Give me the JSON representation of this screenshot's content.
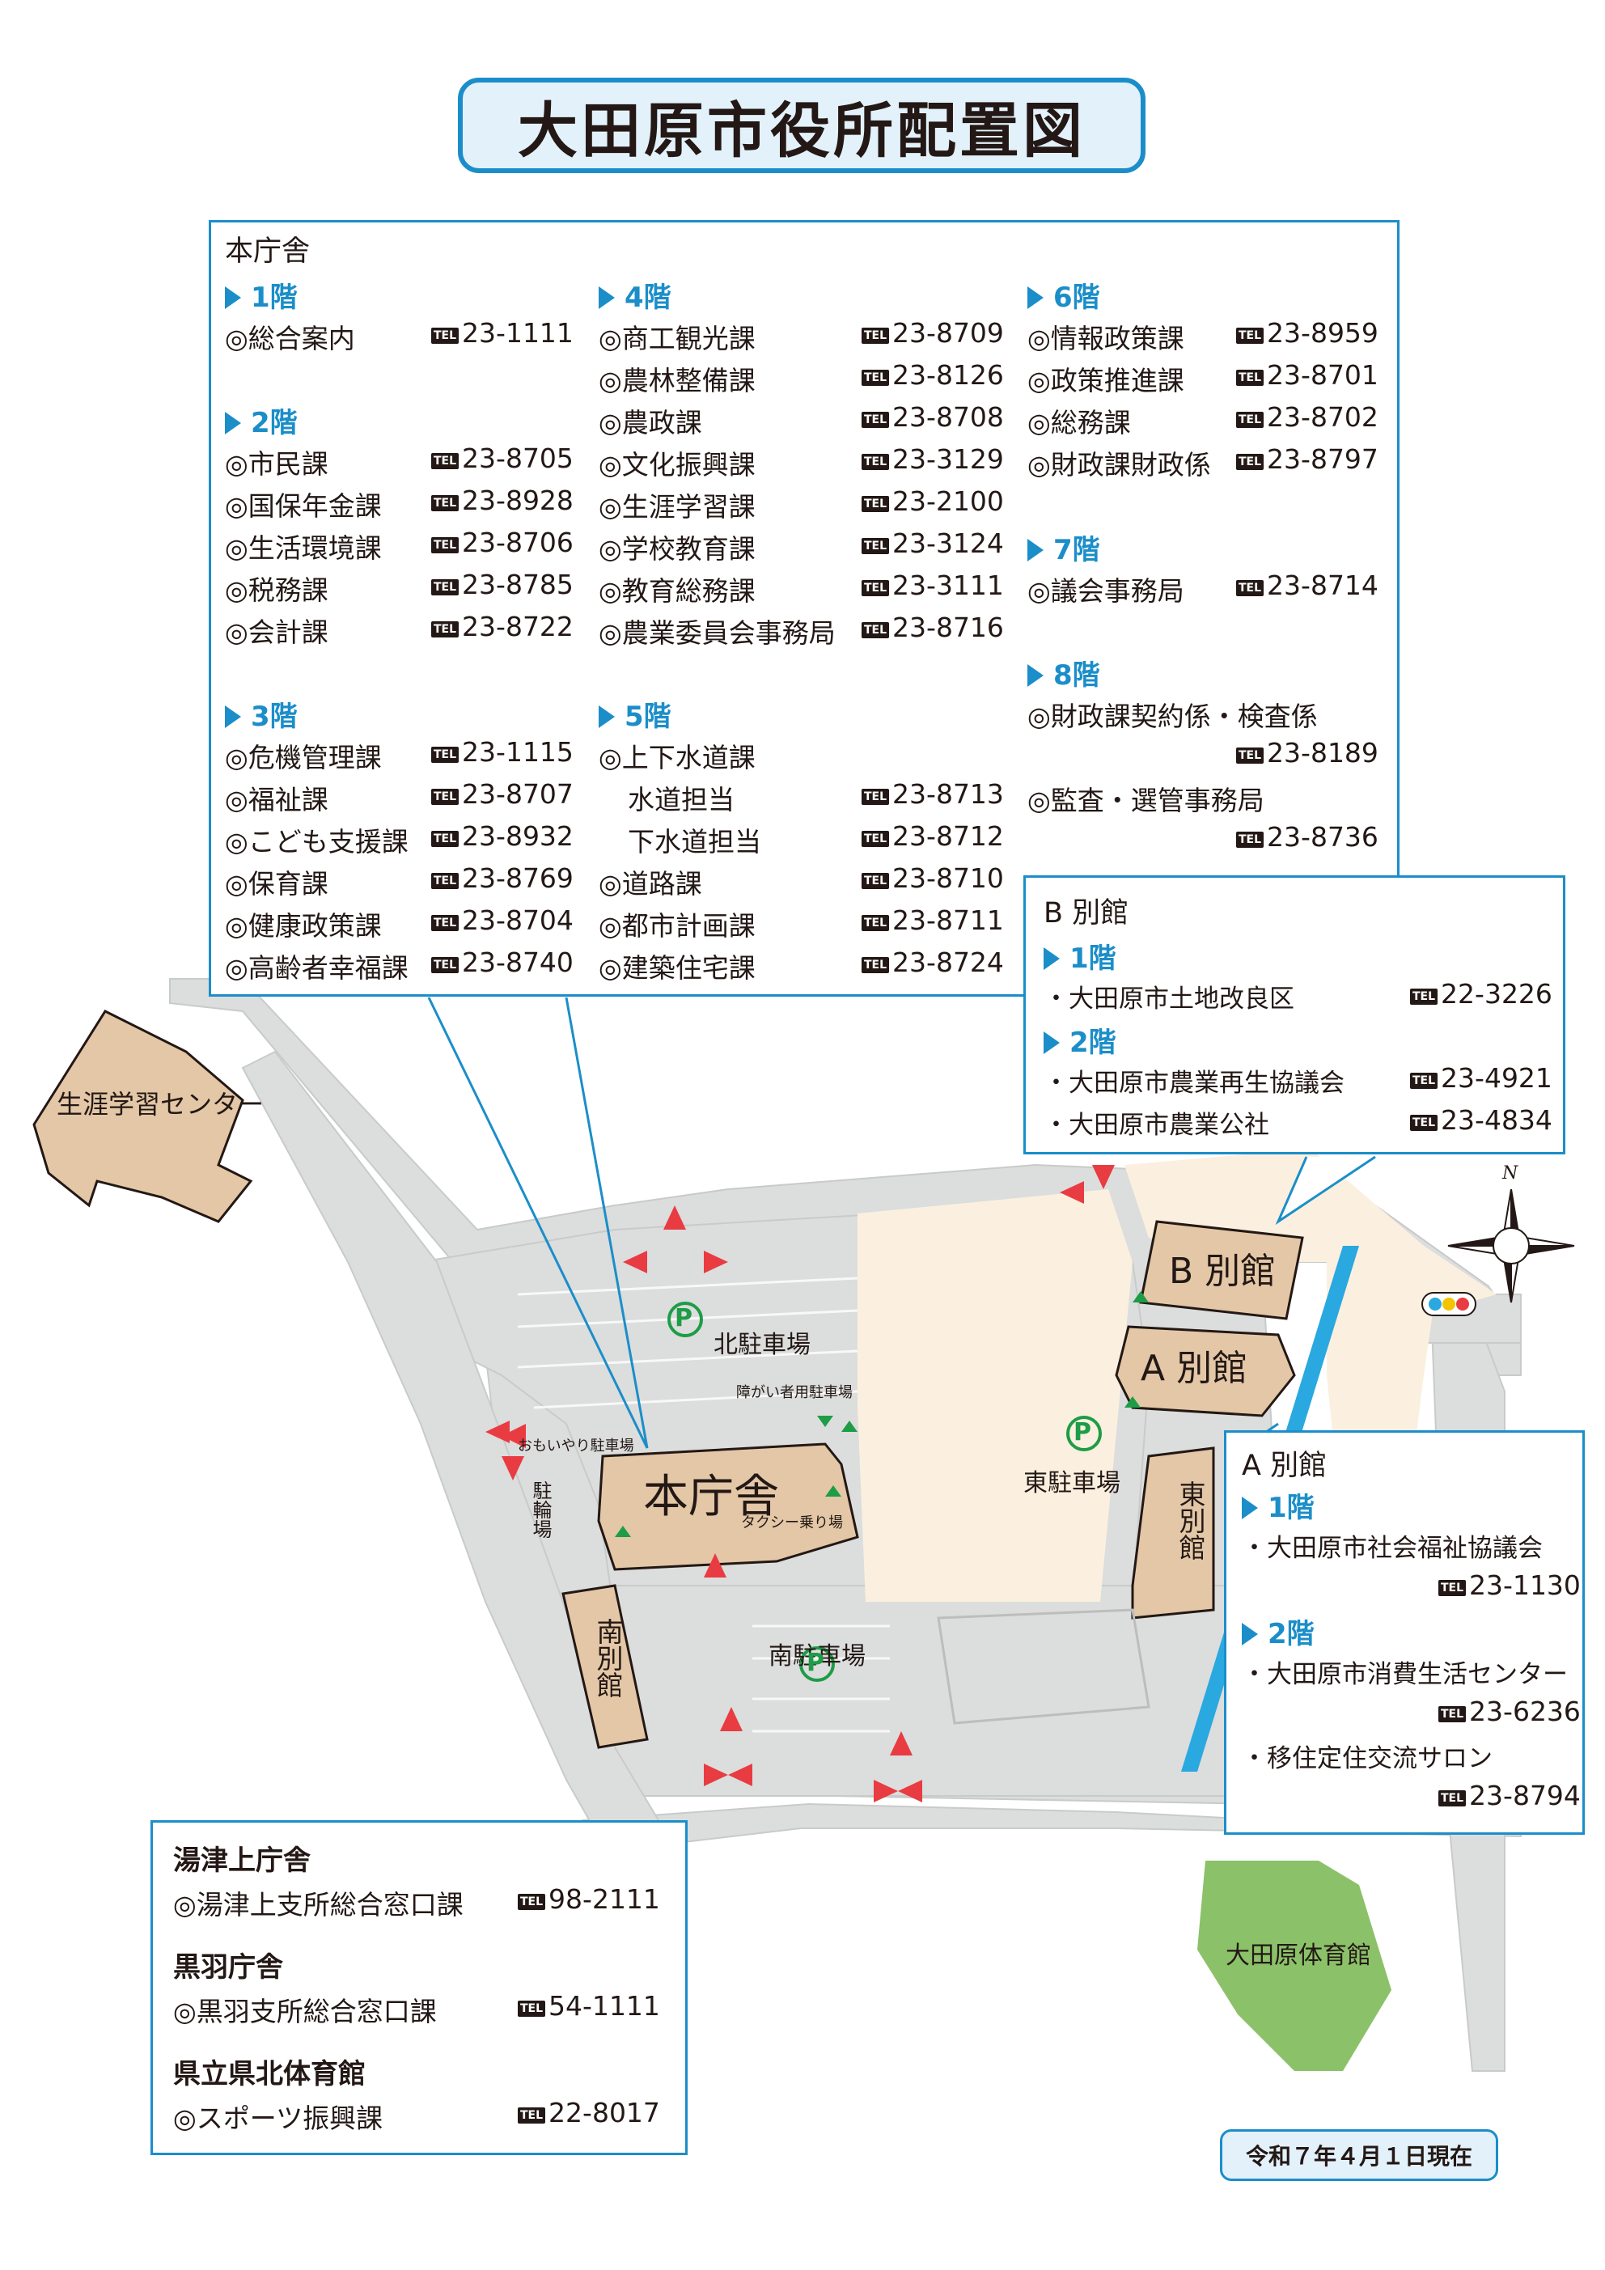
{
  "title": "大田原市役所配置図",
  "date": "令和７年４月１日現在",
  "tel_badge": "TEL",
  "honchosha": {
    "heading": "本庁舎",
    "floors": [
      {
        "label": "1階",
        "items": [
          {
            "name": "◎総合案内",
            "tel": "23-1111"
          }
        ]
      },
      {
        "label": "2階",
        "items": [
          {
            "name": "◎市民課",
            "tel": "23-8705"
          },
          {
            "name": "◎国保年金課",
            "tel": "23-8928"
          },
          {
            "name": "◎生活環境課",
            "tel": "23-8706"
          },
          {
            "name": "◎税務課",
            "tel": "23-8785"
          },
          {
            "name": "◎会計課",
            "tel": "23-8722"
          }
        ]
      },
      {
        "label": "3階",
        "items": [
          {
            "name": "◎危機管理課",
            "tel": "23-1115"
          },
          {
            "name": "◎福祉課",
            "tel": "23-8707"
          },
          {
            "name": "◎こども支援課",
            "tel": "23-8932"
          },
          {
            "name": "◎保育課",
            "tel": "23-8769"
          },
          {
            "name": "◎健康政策課",
            "tel": "23-8704"
          },
          {
            "name": "◎高齢者幸福課",
            "tel": "23-8740"
          }
        ]
      },
      {
        "label": "4階",
        "items": [
          {
            "name": "◎商工観光課",
            "tel": "23-8709"
          },
          {
            "name": "◎農林整備課",
            "tel": "23-8126"
          },
          {
            "name": "◎農政課",
            "tel": "23-8708"
          },
          {
            "name": "◎文化振興課",
            "tel": "23-3129"
          },
          {
            "name": "◎生涯学習課",
            "tel": "23-2100"
          },
          {
            "name": "◎学校教育課",
            "tel": "23-3124"
          },
          {
            "name": "◎教育総務課",
            "tel": "23-3111"
          },
          {
            "name": "◎農業委員会事務局",
            "tel": "23-8716"
          }
        ]
      },
      {
        "label": "5階",
        "items": [
          {
            "name": "◎上下水道課",
            "tel": ""
          },
          {
            "name": "水道担当",
            "tel": "23-8713"
          },
          {
            "name": "下水道担当",
            "tel": "23-8712"
          },
          {
            "name": "◎道路課",
            "tel": "23-8710"
          },
          {
            "name": "◎都市計画課",
            "tel": "23-8711"
          },
          {
            "name": "◎建築住宅課",
            "tel": "23-8724"
          }
        ]
      },
      {
        "label": "6階",
        "items": [
          {
            "name": "◎情報政策課",
            "tel": "23-8959"
          },
          {
            "name": "◎政策推進課",
            "tel": "23-8701"
          },
          {
            "name": "◎総務課",
            "tel": "23-8702"
          },
          {
            "name": "◎財政課財政係",
            "tel": "23-8797"
          }
        ]
      },
      {
        "label": "7階",
        "items": [
          {
            "name": "◎議会事務局",
            "tel": "23-8714"
          }
        ]
      },
      {
        "label": "8階",
        "items": [
          {
            "name": "◎財政課契約係・検査係",
            "tel": "23-8189"
          },
          {
            "name": "◎監査・選管事務局",
            "tel": "23-8736"
          }
        ]
      }
    ]
  },
  "b_bekkan": {
    "heading": "B 別館",
    "floors": [
      {
        "label": "1階",
        "items": [
          {
            "name": "・大田原市土地改良区",
            "tel": "22-3226"
          }
        ]
      },
      {
        "label": "2階",
        "items": [
          {
            "name": "・大田原市農業再生協議会",
            "tel": "23-4921"
          },
          {
            "name": "・大田原市農業公社",
            "tel": "23-4834"
          }
        ]
      }
    ]
  },
  "a_bekkan": {
    "heading": "A 別館",
    "floors": [
      {
        "label": "1階",
        "items": [
          {
            "name": "・大田原市社会福祉協議会",
            "tel": "23-1130"
          }
        ]
      },
      {
        "label": "2階",
        "items": [
          {
            "name": "・大田原市消費生活センター",
            "tel": "23-6236"
          },
          {
            "name": "・移住定住交流サロン",
            "tel": "23-8794"
          }
        ]
      }
    ]
  },
  "others": [
    {
      "heading": "湯津上庁舎",
      "name": "◎湯津上支所総合窓口課",
      "tel": "98-2111"
    },
    {
      "heading": "黒羽庁舎",
      "name": "◎黒羽支所総合窓口課",
      "tel": "54-1111"
    },
    {
      "heading": "県立県北体育館",
      "name": "◎スポーツ振興課",
      "tel": "22-8017"
    }
  ],
  "map": {
    "shogai_center": "生涯学習センター",
    "honchosha": "本庁舎",
    "minami_bekkan": "南別館",
    "higashi_bekkan": "東別館",
    "a_bekkan": "A 別館",
    "b_bekkan": "B 別館",
    "taiikukan": "大田原体育館",
    "kita_parking": "北駐車場",
    "minami_parking": "南駐車場",
    "higashi_parking": "東駐車場",
    "parking_symbol": "P",
    "omoiyari": "おもいやり駐車場",
    "shogaisha_parking": "障がい者用駐車場",
    "taxi": "タクシー乗り場",
    "bicycle": "駐輪場",
    "north": "N",
    "colors": {
      "road": "#dcdddd",
      "building": "#e3c7a6",
      "field": "#fbf0df",
      "gym": "#8bc168",
      "river": "#2aa8e0",
      "arrow": "#e83c42",
      "accent": "#1b8ec9",
      "parking": "#1e9c46"
    }
  }
}
